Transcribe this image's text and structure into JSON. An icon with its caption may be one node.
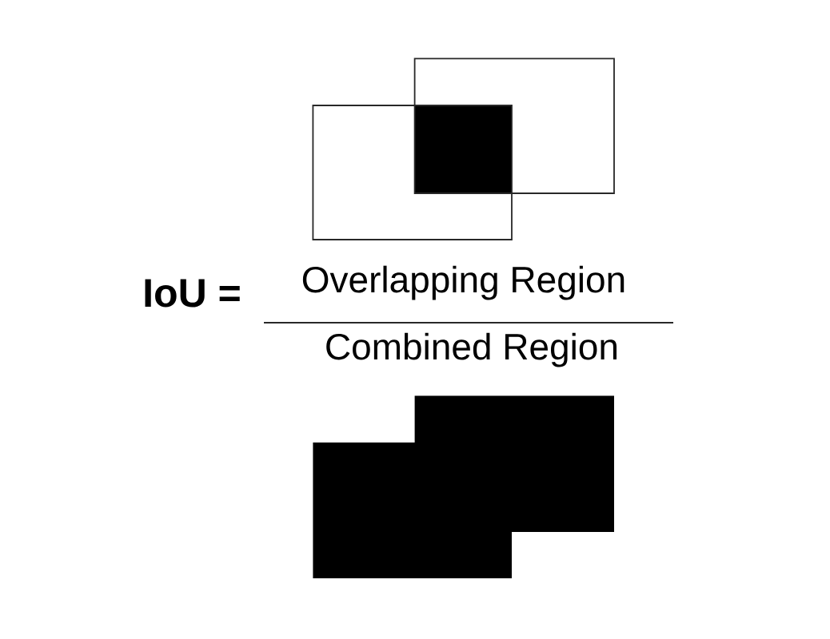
{
  "diagram": {
    "labels": [
      "IoU =",
      "Overlapping Region",
      "Combined Region"
    ]
  }
}
